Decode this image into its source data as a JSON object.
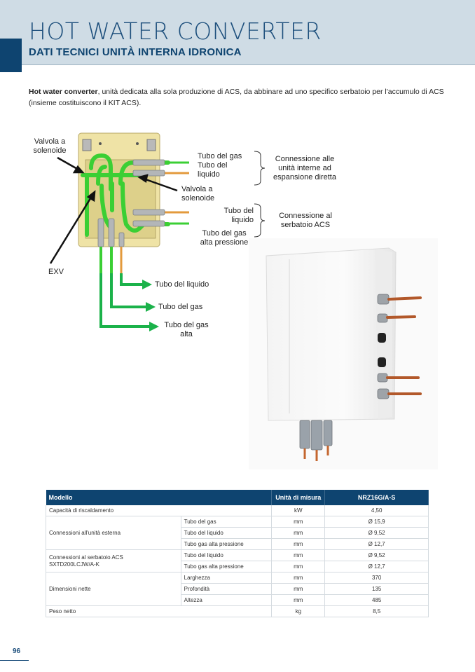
{
  "header": {
    "title": "HOT WATER CONVERTER",
    "subtitle": "DATI TECNICI UNITÀ INTERNA IDRONICA"
  },
  "intro": {
    "bold": "Hot water converter",
    "text": ", unità dedicata alla sola produzione di ACS, da abbinare ad uno specifico serbatoio per l'accumulo di ACS (insieme costituiscono il KIT ACS)."
  },
  "diagram": {
    "labels": {
      "valvola_top": "Valvola a solenoide",
      "valvola_mid": "Valvola a solenoide",
      "exv": "EXV",
      "tubo_gas_top": "Tubo del gas",
      "tubo_liquido_top": "Tubo del liquido",
      "conn_interne": "Connessione alle unità interne ad espansione diretta",
      "tubo_liquido_right": "Tubo del liquido",
      "tubo_gas_alta_right": "Tubo del gas alta pressione",
      "conn_serbatoio": "Connessione al serbatoio ACS",
      "tubo_liquido_bottom": "Tubo del liquido",
      "tubo_gas_bottom": "Tubo del gas",
      "tubo_gas_alta_bottom": "Tubo del gas alta"
    }
  },
  "table": {
    "headers": [
      "Modello",
      "Unità di misura",
      "NRZ16G/A-S"
    ],
    "rows": {
      "capacita": {
        "label": "Capacità di riscaldamento",
        "unit": "kW",
        "value": "4,50"
      },
      "conn_esterna": {
        "label": "Connessioni all'unità esterna",
        "items": [
          {
            "label": "Tubo del gas",
            "unit": "mm",
            "value": "Ø 15,9"
          },
          {
            "label": "Tubo del liquido",
            "unit": "mm",
            "value": "Ø 9,52"
          },
          {
            "label": "Tubo gas alta pressione",
            "unit": "mm",
            "value": "Ø 12,7"
          }
        ]
      },
      "conn_serbatoio": {
        "label": "Connessioni al serbatoio ACS",
        "label2": "SXTD200LCJW/A-K",
        "items": [
          {
            "label": "Tubo del liquido",
            "unit": "mm",
            "value": "Ø 9,52"
          },
          {
            "label": "Tubo gas alta pressione",
            "unit": "mm",
            "value": "Ø 12,7"
          }
        ]
      },
      "dimensioni": {
        "label": "Dimensioni nette",
        "items": [
          {
            "label": "Larghezza",
            "unit": "mm",
            "value": "370"
          },
          {
            "label": "Profondità",
            "unit": "mm",
            "value": "135"
          },
          {
            "label": "Altezza",
            "unit": "mm",
            "value": "485"
          }
        ]
      },
      "peso": {
        "label": "Peso netto",
        "unit": "kg",
        "value": "8,5"
      }
    }
  },
  "footer": {
    "page_number": "96"
  }
}
